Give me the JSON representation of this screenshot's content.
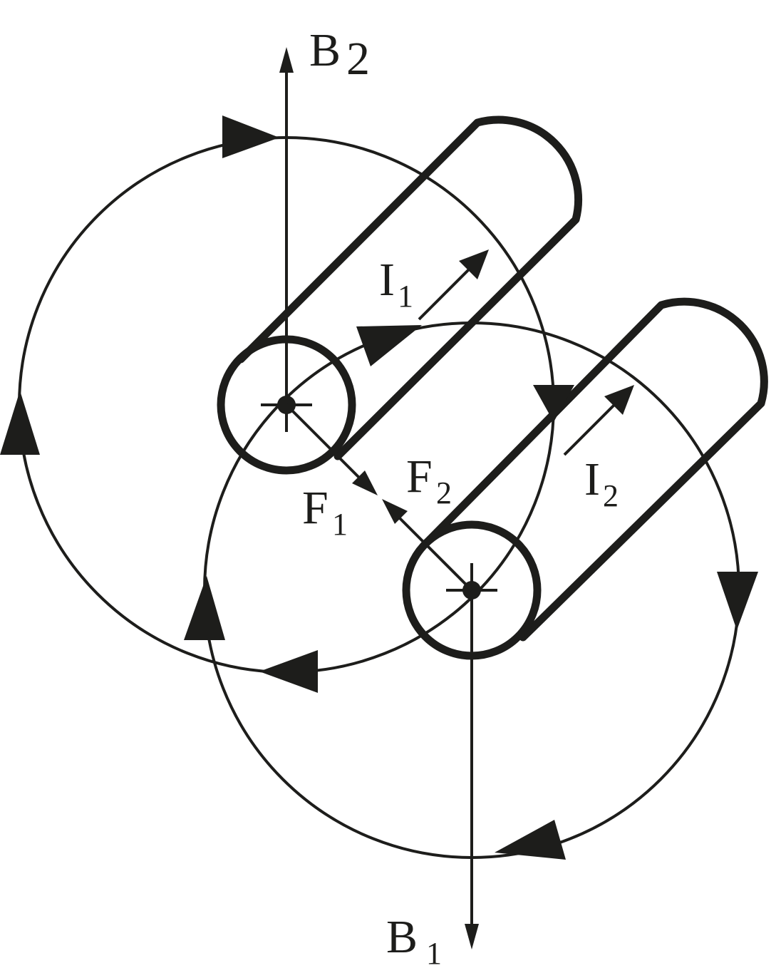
{
  "labels": {
    "b2": {
      "main": "B",
      "sub": "2"
    },
    "b1": {
      "main": "B",
      "sub": "1"
    },
    "i1": {
      "main": "I",
      "sub": "1"
    },
    "i2": {
      "main": "I",
      "sub": "2"
    },
    "f1": {
      "main": "F",
      "sub": "1"
    },
    "f2": {
      "main": "F",
      "sub": "2"
    }
  },
  "colors": {
    "ink": "#1d1d1b",
    "background": "#ffffff"
  }
}
